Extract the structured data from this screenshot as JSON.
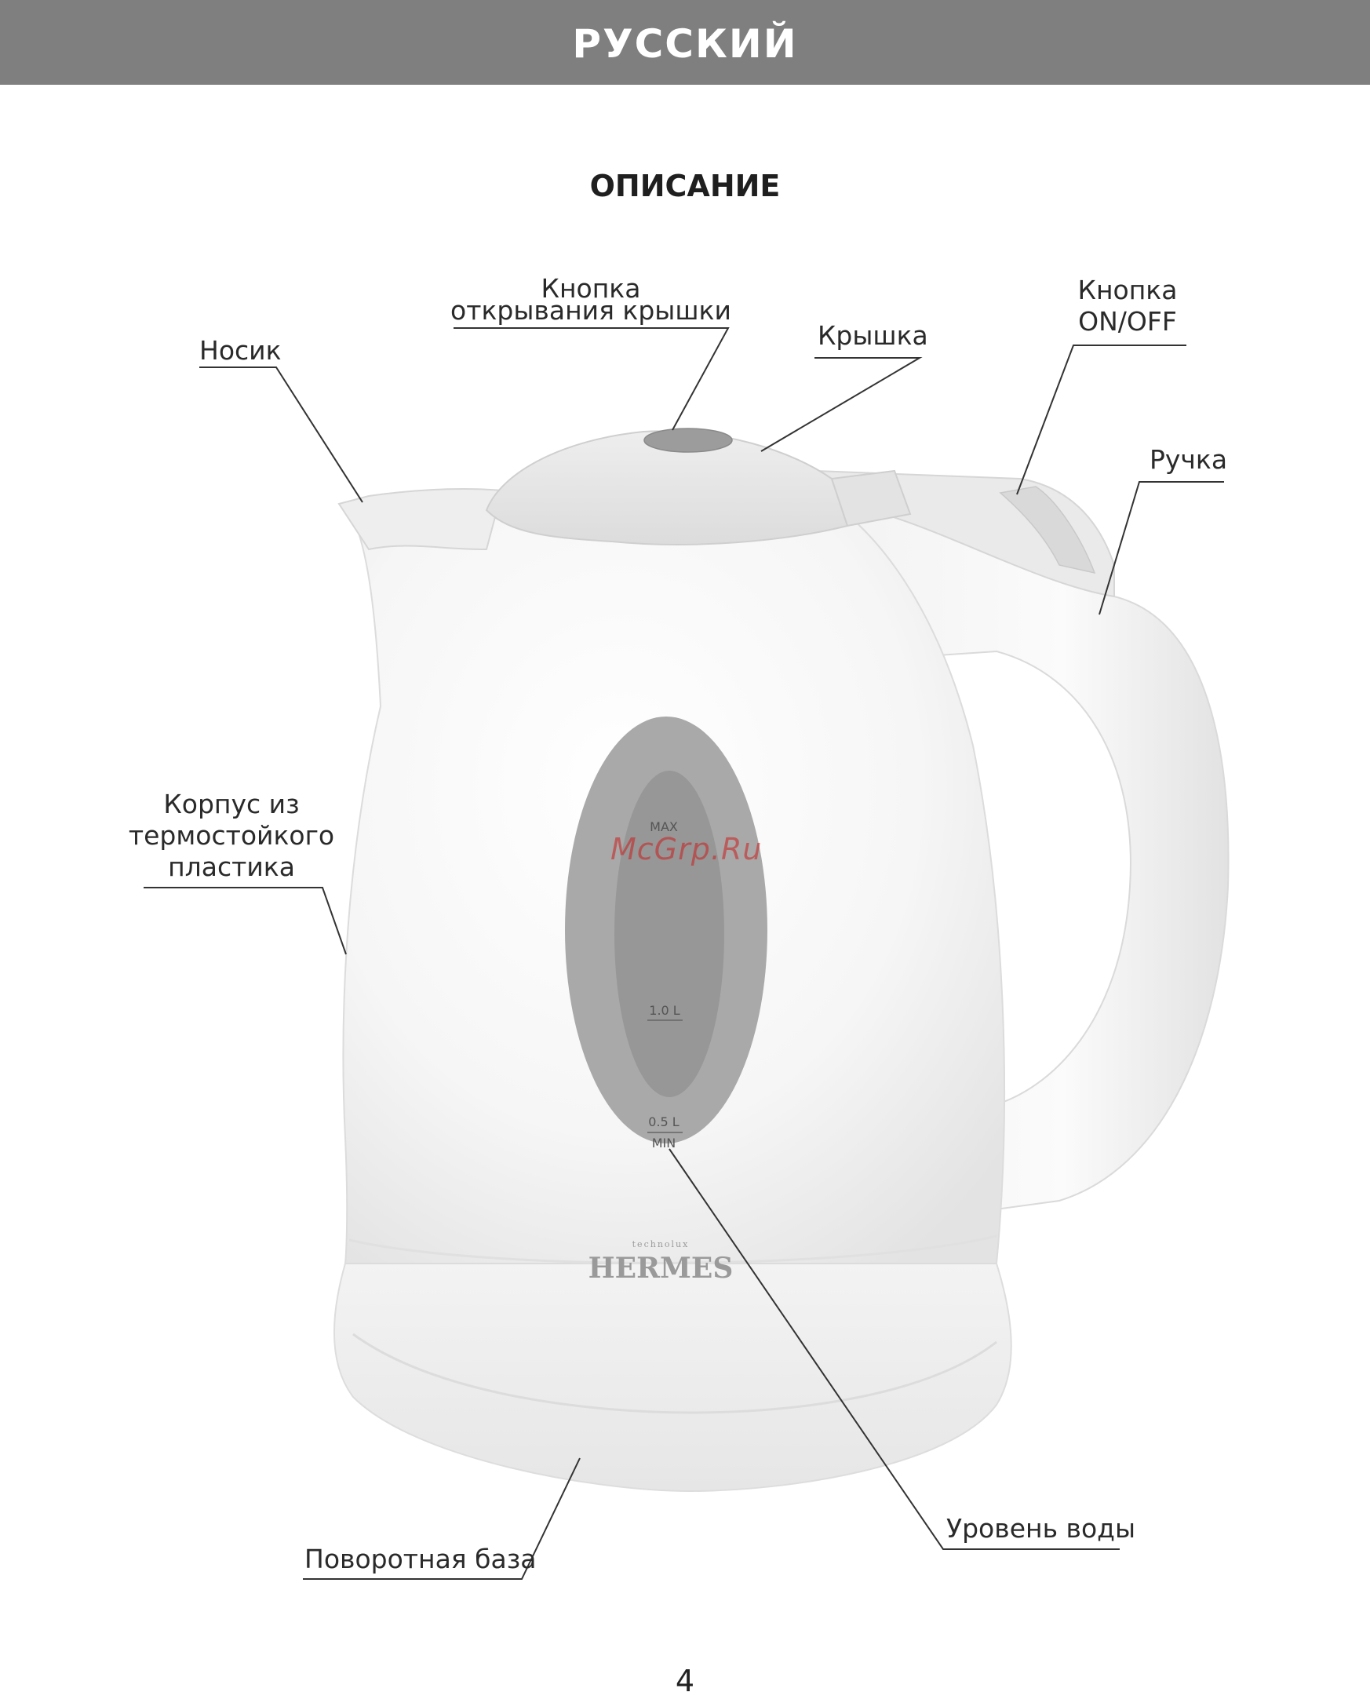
{
  "header": {
    "title": "РУССКИЙ"
  },
  "section": {
    "title": "ОПИСАНИЕ"
  },
  "labels": {
    "spout": "Носик",
    "lid_button_line1": "Кнопка",
    "lid_button_line2": "открывания крышки",
    "lid": "Крышка",
    "power_button_line1": "Кнопка",
    "power_button_line2": "ON/OFF",
    "handle": "Ручка",
    "body_line1": "Корпус из",
    "body_line2": "термостойкого",
    "body_line3": "пластика",
    "water_level": "Уровень воды",
    "base": "Поворотная база"
  },
  "window_marks": {
    "max": "MAX",
    "one_liter": "1.0 L",
    "half_liter": "0.5 L",
    "min": "MIN"
  },
  "brand": {
    "small": "technolux",
    "name": "HERMES"
  },
  "watermark": "McGrp.Ru",
  "page_number": "4"
}
